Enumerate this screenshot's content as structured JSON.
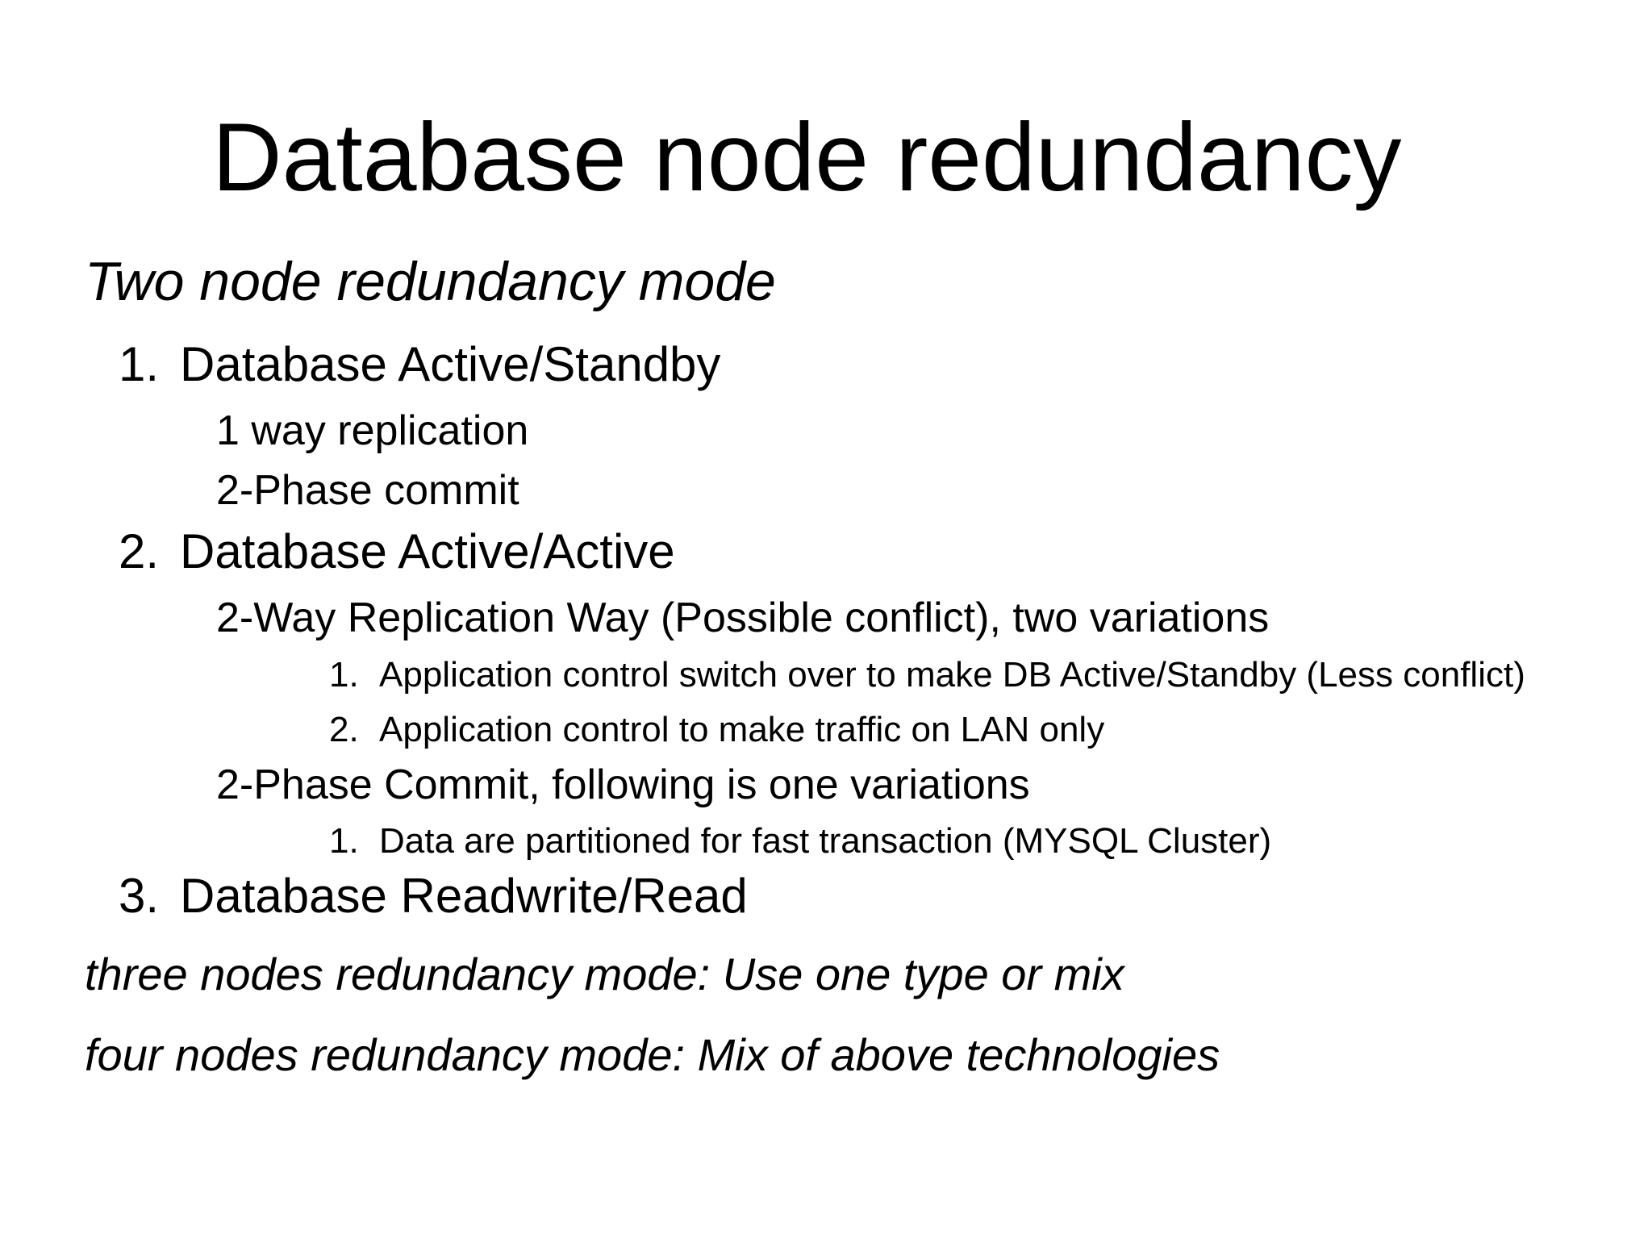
{
  "slide": {
    "title": "Database node redundancy",
    "outline": {
      "intro_heading": "Two node redundancy mode",
      "items": [
        {
          "number": "1.",
          "label": "Database Active/Standby",
          "children": [
            {
              "label": "1 way replication"
            },
            {
              "label": "2-Phase commit"
            }
          ]
        },
        {
          "number": "2.",
          "label": "Database Active/Active",
          "children": [
            {
              "label": "2-Way Replication Way (Possible conflict), two variations",
              "children": [
                {
                  "number": "1.",
                  "label": "Application control switch over to make DB Active/Standby (Less conflict)"
                },
                {
                  "number": "2.",
                  "label": "Application control to make traffic on LAN only"
                }
              ]
            },
            {
              "label": "2-Phase Commit, following is one variations",
              "children": [
                {
                  "number": "1.",
                  "label": "Data are partitioned for fast transaction (MYSQL Cluster)"
                }
              ]
            }
          ]
        },
        {
          "number": "3.",
          "label": "Database Readwrite/Read"
        }
      ],
      "closing_lines": [
        "three nodes redundancy mode: Use one type or mix",
        "four nodes redundancy mode: Mix of above technologies"
      ]
    }
  },
  "colors": {
    "background": "#ffffff",
    "text": "#000000"
  }
}
